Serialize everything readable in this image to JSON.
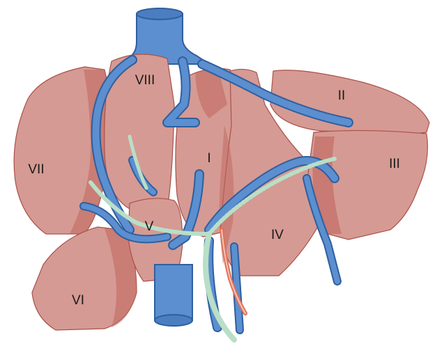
{
  "segments": {
    "s1": "I",
    "s2": "II",
    "s3": "III",
    "s4": "IV",
    "s5": "V",
    "s6": "VI",
    "s7": "VII",
    "s8": "VIII"
  },
  "colors": {
    "lobe_fill": "#d59a93",
    "lobe_dark": "#c0665d",
    "lobe_stroke": "#a9514a",
    "vein_fill": "#5b8fd0",
    "vein_stroke": "#2f5f9e",
    "bile_duct": "#b9dfc6",
    "artery": "#e07158"
  }
}
